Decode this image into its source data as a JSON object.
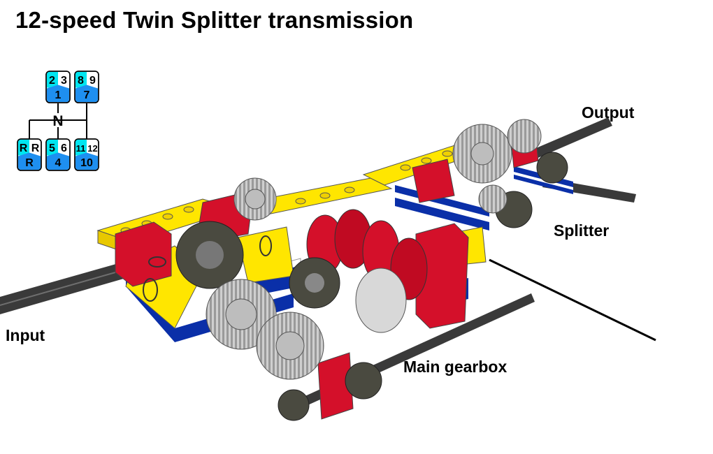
{
  "title": "12-speed Twin Splitter transmission",
  "labels": {
    "output": "Output",
    "splitter": "Splitter",
    "input": "Input",
    "main_gearbox": "Main gearbox"
  },
  "shift_pattern": {
    "neutral": "N",
    "gates": [
      {
        "top_left": "2",
        "top_right": "3",
        "bottom": "1"
      },
      {
        "top_left": "8",
        "top_right": "9",
        "bottom": "7"
      },
      {
        "top_left": "R",
        "top_right": "R",
        "bottom": "R"
      },
      {
        "top_left": "5",
        "top_right": "6",
        "bottom": "4"
      },
      {
        "top_left": "11",
        "top_right": "12",
        "bottom": "10"
      }
    ]
  },
  "colors": {
    "gate_light": "#00e5f0",
    "gate_dark": "#1e8ff0",
    "lego_yellow": "#ffe600",
    "lego_red": "#d4102a",
    "lego_blue": "#0a2fa8",
    "gear_gray": "#c8c8c8",
    "gear_dark": "#4a4a40"
  }
}
